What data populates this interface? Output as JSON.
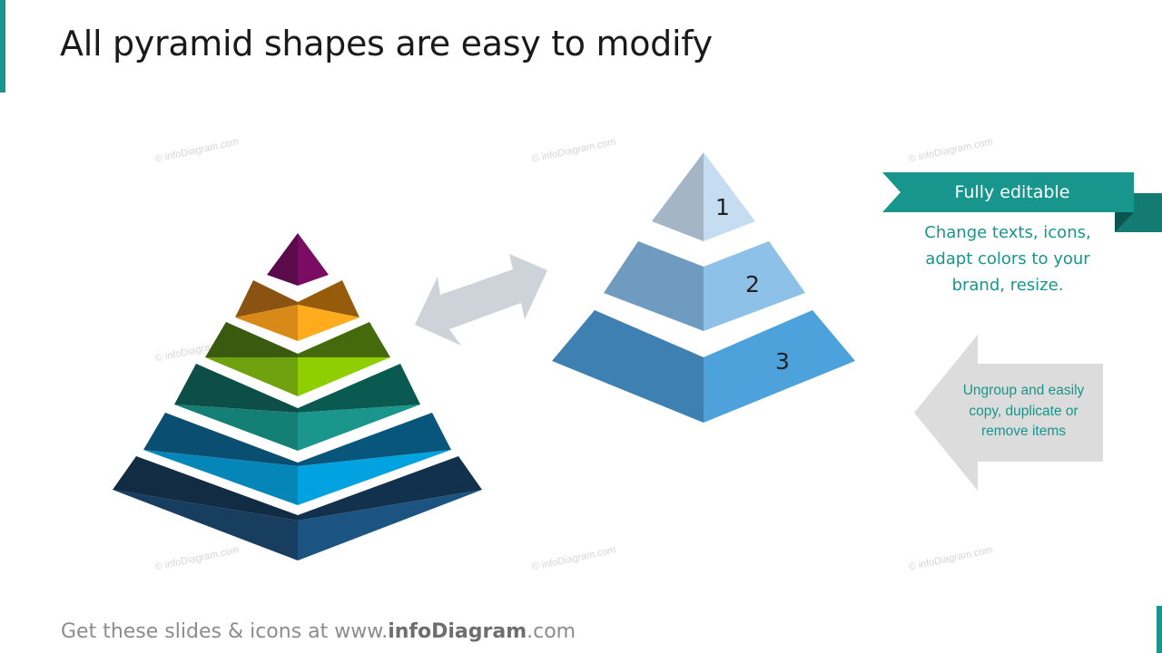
{
  "title": "All pyramid shapes are easy to modify",
  "watermark": "© infoDiagram.com",
  "ribbon": {
    "label": "Fully editable"
  },
  "description": [
    "Change texts, icons,",
    "adapt colors to your",
    "brand, resize."
  ],
  "arrow_callout": [
    "Ungroup and easily",
    "copy, duplicate or",
    "remove items"
  ],
  "pyramid_levels": [
    "1",
    "2",
    "3"
  ],
  "footer": {
    "prefix": "Get these slides & icons at www.",
    "brand": "infoDiagram",
    "suffix": ".com"
  },
  "colors": {
    "accent": "#18958c",
    "level_1": "#a4b6c6",
    "level_2": "#8ec1e8",
    "level_3": "#4ea2dc",
    "purple": "#7a0d63",
    "orange": "#ffab1e",
    "lime": "#8fce00",
    "teal": "#1a968c",
    "cyan": "#00a3e0",
    "navy": "#1b5480",
    "arrow_gray": "#cdd3d9",
    "callout_gray": "#dcdcdc"
  }
}
